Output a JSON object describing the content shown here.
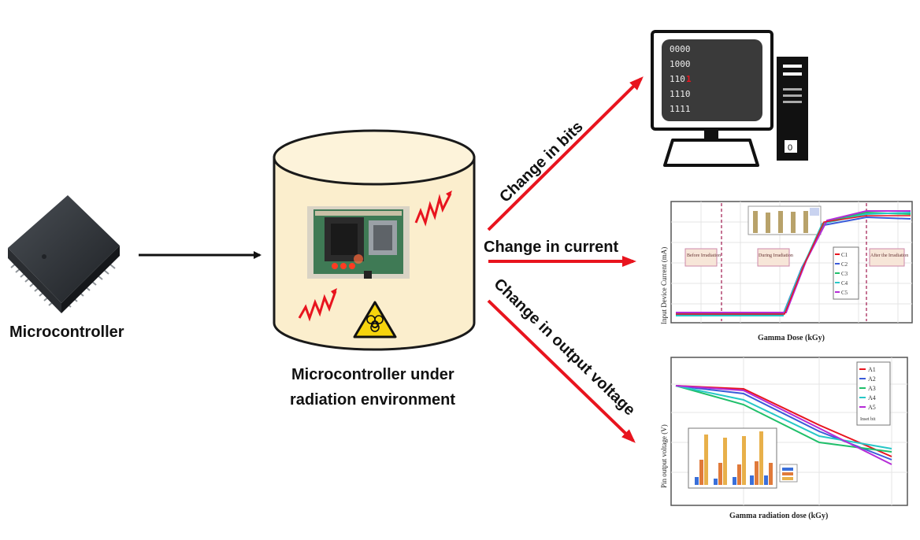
{
  "labels": {
    "microcontroller": "Microcontroller",
    "cylinder_line1": "Microcontroller under",
    "cylinder_line2": "radiation environment",
    "arrow_bits": "Change in bits",
    "arrow_current": "Change in current",
    "arrow_voltage": "Change in output voltage"
  },
  "monitor": {
    "bit_rows": [
      "0000",
      "1000",
      "110",
      "1110",
      "1111"
    ],
    "flipped_bit": "1",
    "tower_label": "0"
  },
  "current_chart": {
    "ylabel": "Input Device Current (mA)",
    "xlabel": "Gamma Dose (kGy)",
    "phase_labels": [
      "Before Irradiation",
      "During Irradiation",
      "After the Irradiation"
    ],
    "legend": [
      "C1",
      "C2",
      "C3",
      "C4",
      "C5"
    ]
  },
  "voltage_chart": {
    "ylabel": "Pin output voltage (V)",
    "xlabel": "Gamma radiation dose (kGy)",
    "legend": [
      "A1",
      "A2",
      "A3",
      "A4",
      "A5",
      "Inset bit"
    ]
  },
  "colors": {
    "arrow_red": "#e8141e",
    "cylinder_fill": "#fbeecd",
    "series": [
      "#e8141e",
      "#3a5bd9",
      "#1fbf6a",
      "#27c7c7",
      "#b52bd6"
    ]
  }
}
